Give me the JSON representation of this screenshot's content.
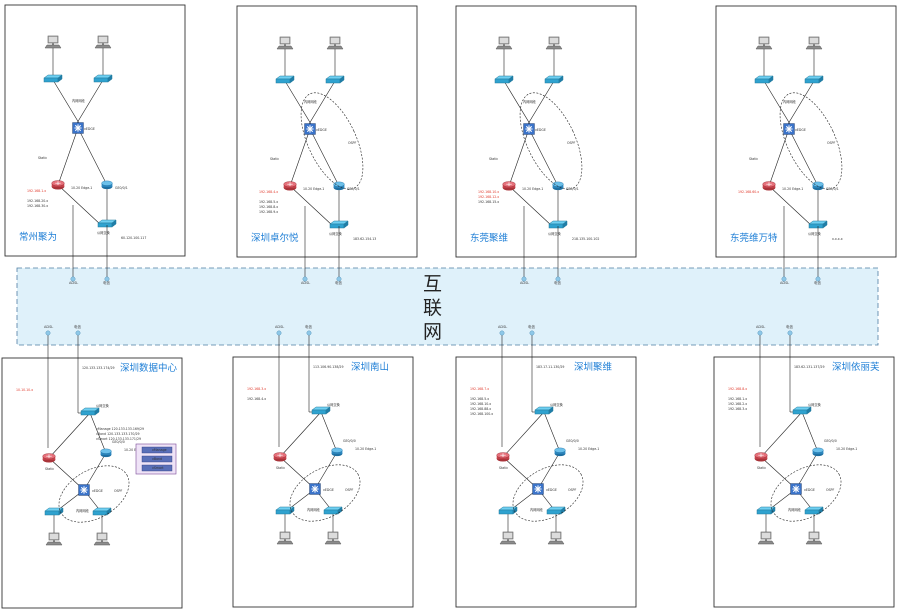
{
  "internet": {
    "chars": [
      "互",
      "联",
      "网"
    ]
  },
  "sites": [
    {
      "title": "常州聚为",
      "pos": "top",
      "red": [
        "192.168.1.x"
      ],
      "info": [
        "192.168.20.x",
        "192.168.30.x"
      ],
      "ip_bottom": "60.120.100.117",
      "router_label": "Static\n0.0.0.0/0",
      "wan1": "ADSL",
      "wan2": "电信"
    },
    {
      "title": "深圳卓尔悦",
      "pos": "top",
      "red": [
        "192.168.4.x"
      ],
      "info": [
        "192.168.5.x",
        "192.168.8.x",
        "192.168.9.x"
      ],
      "ip_bottom": "183.62.154.13",
      "router_label": "Static\n0.0.0.0/0",
      "wan1": "ADSL",
      "wan2": "电信"
    },
    {
      "title": "东莞聚维",
      "pos": "top",
      "red": [
        "192.168.10.x",
        "192.168.12.x"
      ],
      "info": [
        "192.168.15.x"
      ],
      "ip_bottom": "218.135.100.102",
      "router_label": "Static\n0.0.0.0/0",
      "wan1": "ADSL",
      "wan2": "电信"
    },
    {
      "title": "东莞维万特",
      "pos": "top",
      "red": [
        "192.168.60.x"
      ],
      "info": [],
      "ip_bottom": "x.x.x.x",
      "router_label": "Static\n0.0.0.0/0",
      "wan1": "ADSL",
      "wan2": "电信"
    },
    {
      "title": "深圳数据中心",
      "pos": "bottom",
      "red": [
        "10.10.10.x"
      ],
      "info": [],
      "ip_top": "120.133.133.174/29",
      "servers": [
        "vManage",
        "vBond",
        "vSmart"
      ],
      "server_ips": [
        "vManage 120.133.133.169/29",
        "vBond 120.133.133.170/29",
        "vSmart 120.133.133.171/29"
      ],
      "router_label": "Static\n0.0.0.0/0",
      "wan1": "ADSL",
      "wan2": "电信"
    },
    {
      "title": "深圳南山",
      "pos": "bottom",
      "red": [
        "192.168.3.x"
      ],
      "info": [
        "192.168.4.x"
      ],
      "ip_top": "113.106.90.138/29",
      "router_label": "Static\n0.0.0.0/0",
      "wan1": "ADSL",
      "wan2": "电信"
    },
    {
      "title": "深圳聚维",
      "pos": "bottom",
      "red": [
        "192.168.7.x"
      ],
      "info": [
        "192.168.5.x",
        "192.168.10.x",
        "192.168.88.x",
        "192.168.100.x"
      ],
      "ip_top": "183.17.11.130/29",
      "router_label": "Static\n0.0.0.0/0",
      "wan1": "ADSL",
      "wan2": "电信"
    },
    {
      "title": "深圳依丽芙",
      "pos": "bottom",
      "red": [
        "192.168.8.x"
      ],
      "info": [
        "192.168.1.x",
        "192.168.2.x",
        "192.168.3.x"
      ],
      "ip_top": "183.62.131.137/29",
      "router_label": "Static\n0.0.0.0/0",
      "wan1": "ADSL",
      "wan2": "电信"
    }
  ],
  "labels": {
    "core": "vEDGE",
    "lan": "内网网段",
    "ospf": "OSPF",
    "public": "公网交换",
    "ge1": "GE0/0/1",
    "ge0": "GE0/0/0",
    "edge": "10.20 Edge-1"
  },
  "colors": {
    "frame": "#333333",
    "cloud_fill": "#dff1fa",
    "cloud_stroke": "#4f7da3",
    "title": "#1f7fd6",
    "red": "#e0392b"
  }
}
